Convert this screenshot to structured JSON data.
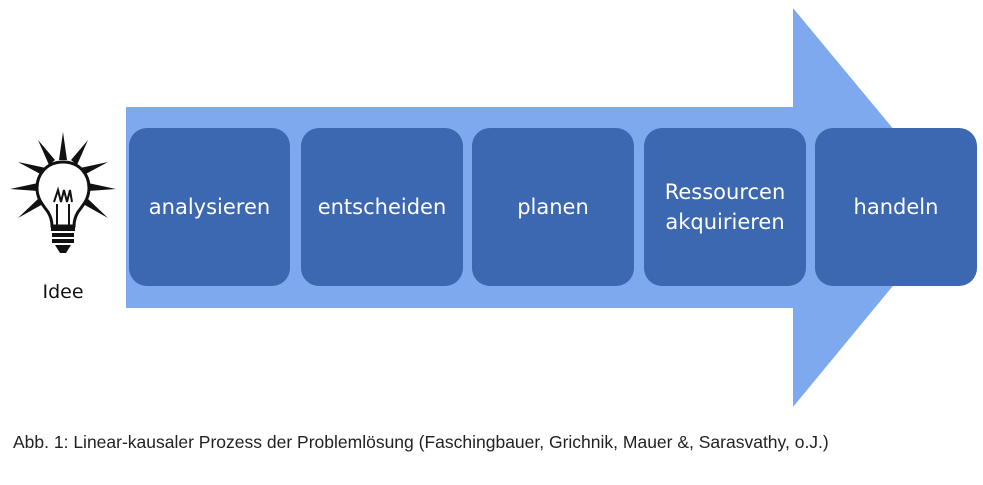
{
  "diagram": {
    "start_node": {
      "icon": "light-bulb-icon",
      "label": "Idee"
    },
    "steps": [
      {
        "id": "analysieren",
        "label": "analysieren"
      },
      {
        "id": "entscheiden",
        "label": "entscheiden"
      },
      {
        "id": "planen",
        "label": "planen"
      },
      {
        "id": "ressourcen-akquirieren",
        "label": "Ressourcen akquirieren"
      },
      {
        "id": "handeln",
        "label": "handeln"
      }
    ],
    "edges": [
      {
        "from": "Idee",
        "to": "analysieren"
      },
      {
        "from": "analysieren",
        "to": "entscheiden"
      },
      {
        "from": "entscheiden",
        "to": "planen"
      },
      {
        "from": "planen",
        "to": "ressourcen-akquirieren"
      },
      {
        "from": "ressourcen-akquirieren",
        "to": "handeln"
      }
    ],
    "colors": {
      "arrow": "#7ea9ee",
      "box": "#3c67b1",
      "box_text": "#ffffff"
    }
  },
  "caption": "Abb. 1: Linear-kausaler Prozess der Problemlösung (Faschingbauer, Grichnik, Mauer &, Sarasvathy, o.J.)"
}
